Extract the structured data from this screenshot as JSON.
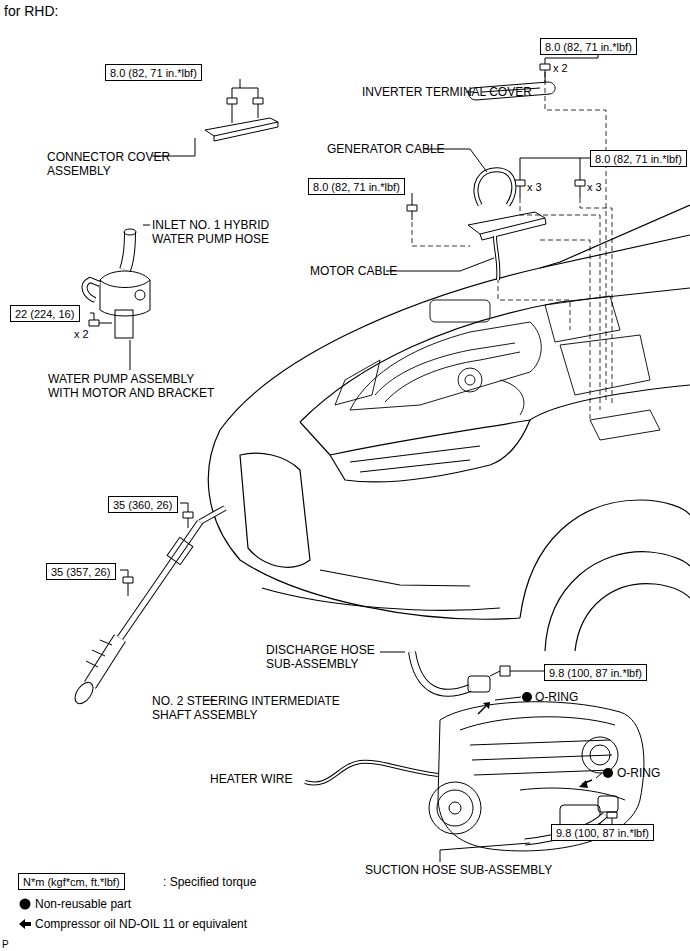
{
  "diagram": {
    "title": "for RHD:",
    "nodes": [
      {
        "text": [
          "8.0 (82, 71 in.*lbf)"
        ]
      },
      {
        "text": [
          "8.0 (82, 71 in.*lbf)"
        ]
      },
      {
        "text": [
          "8.0 (82, 71 in.*lbf)"
        ]
      },
      {
        "text": [
          "8.0 (82, 71 in.*lbf)"
        ]
      },
      {
        "text": [
          "22 (224, 16)"
        ]
      },
      {
        "text": [
          "35 (360, 26)"
        ]
      },
      {
        "text": [
          "9.8 (100, 87 in.*lbf)"
        ]
      },
      {
        "text": [
          "35 (357, 26)"
        ]
      },
      {
        "text": [
          "9.8 (100, 87 in.*lbf)"
        ]
      },
      {
        "text": [
          "N*m (kgf*cm, ft.*lbf)"
        ]
      }
    ],
    "labels": [
      "x 2",
      "INVERTER TERMINAL COVER",
      "CONNECTOR COVER ASSEMBLY",
      "GENERATOR CABLE",
      "x 3",
      "x 3",
      "INLET NO. 1 HYBRID WATER PUMP HOSE",
      "MOTOR CABLE",
      "x 2",
      "WATER PUMP ASSEMBLY WITH MOTOR AND BRACKET",
      "DISCHARGE HOSE SUB-ASSEMBLY",
      "O-RING",
      "NO. 2 STEERING INTERMEDIATE SHAFT ASSEMBLY",
      "HEATER WIRE",
      "O-RING",
      "SUCTION HOSE SUB-ASSEMBLY",
      ": Specified torque",
      "P"
    ],
    "legend": [
      {
        "text": "Non-reusable part"
      },
      {
        "text": "Compressor oil ND-OIL 11 or equivalent"
      }
    ]
  }
}
